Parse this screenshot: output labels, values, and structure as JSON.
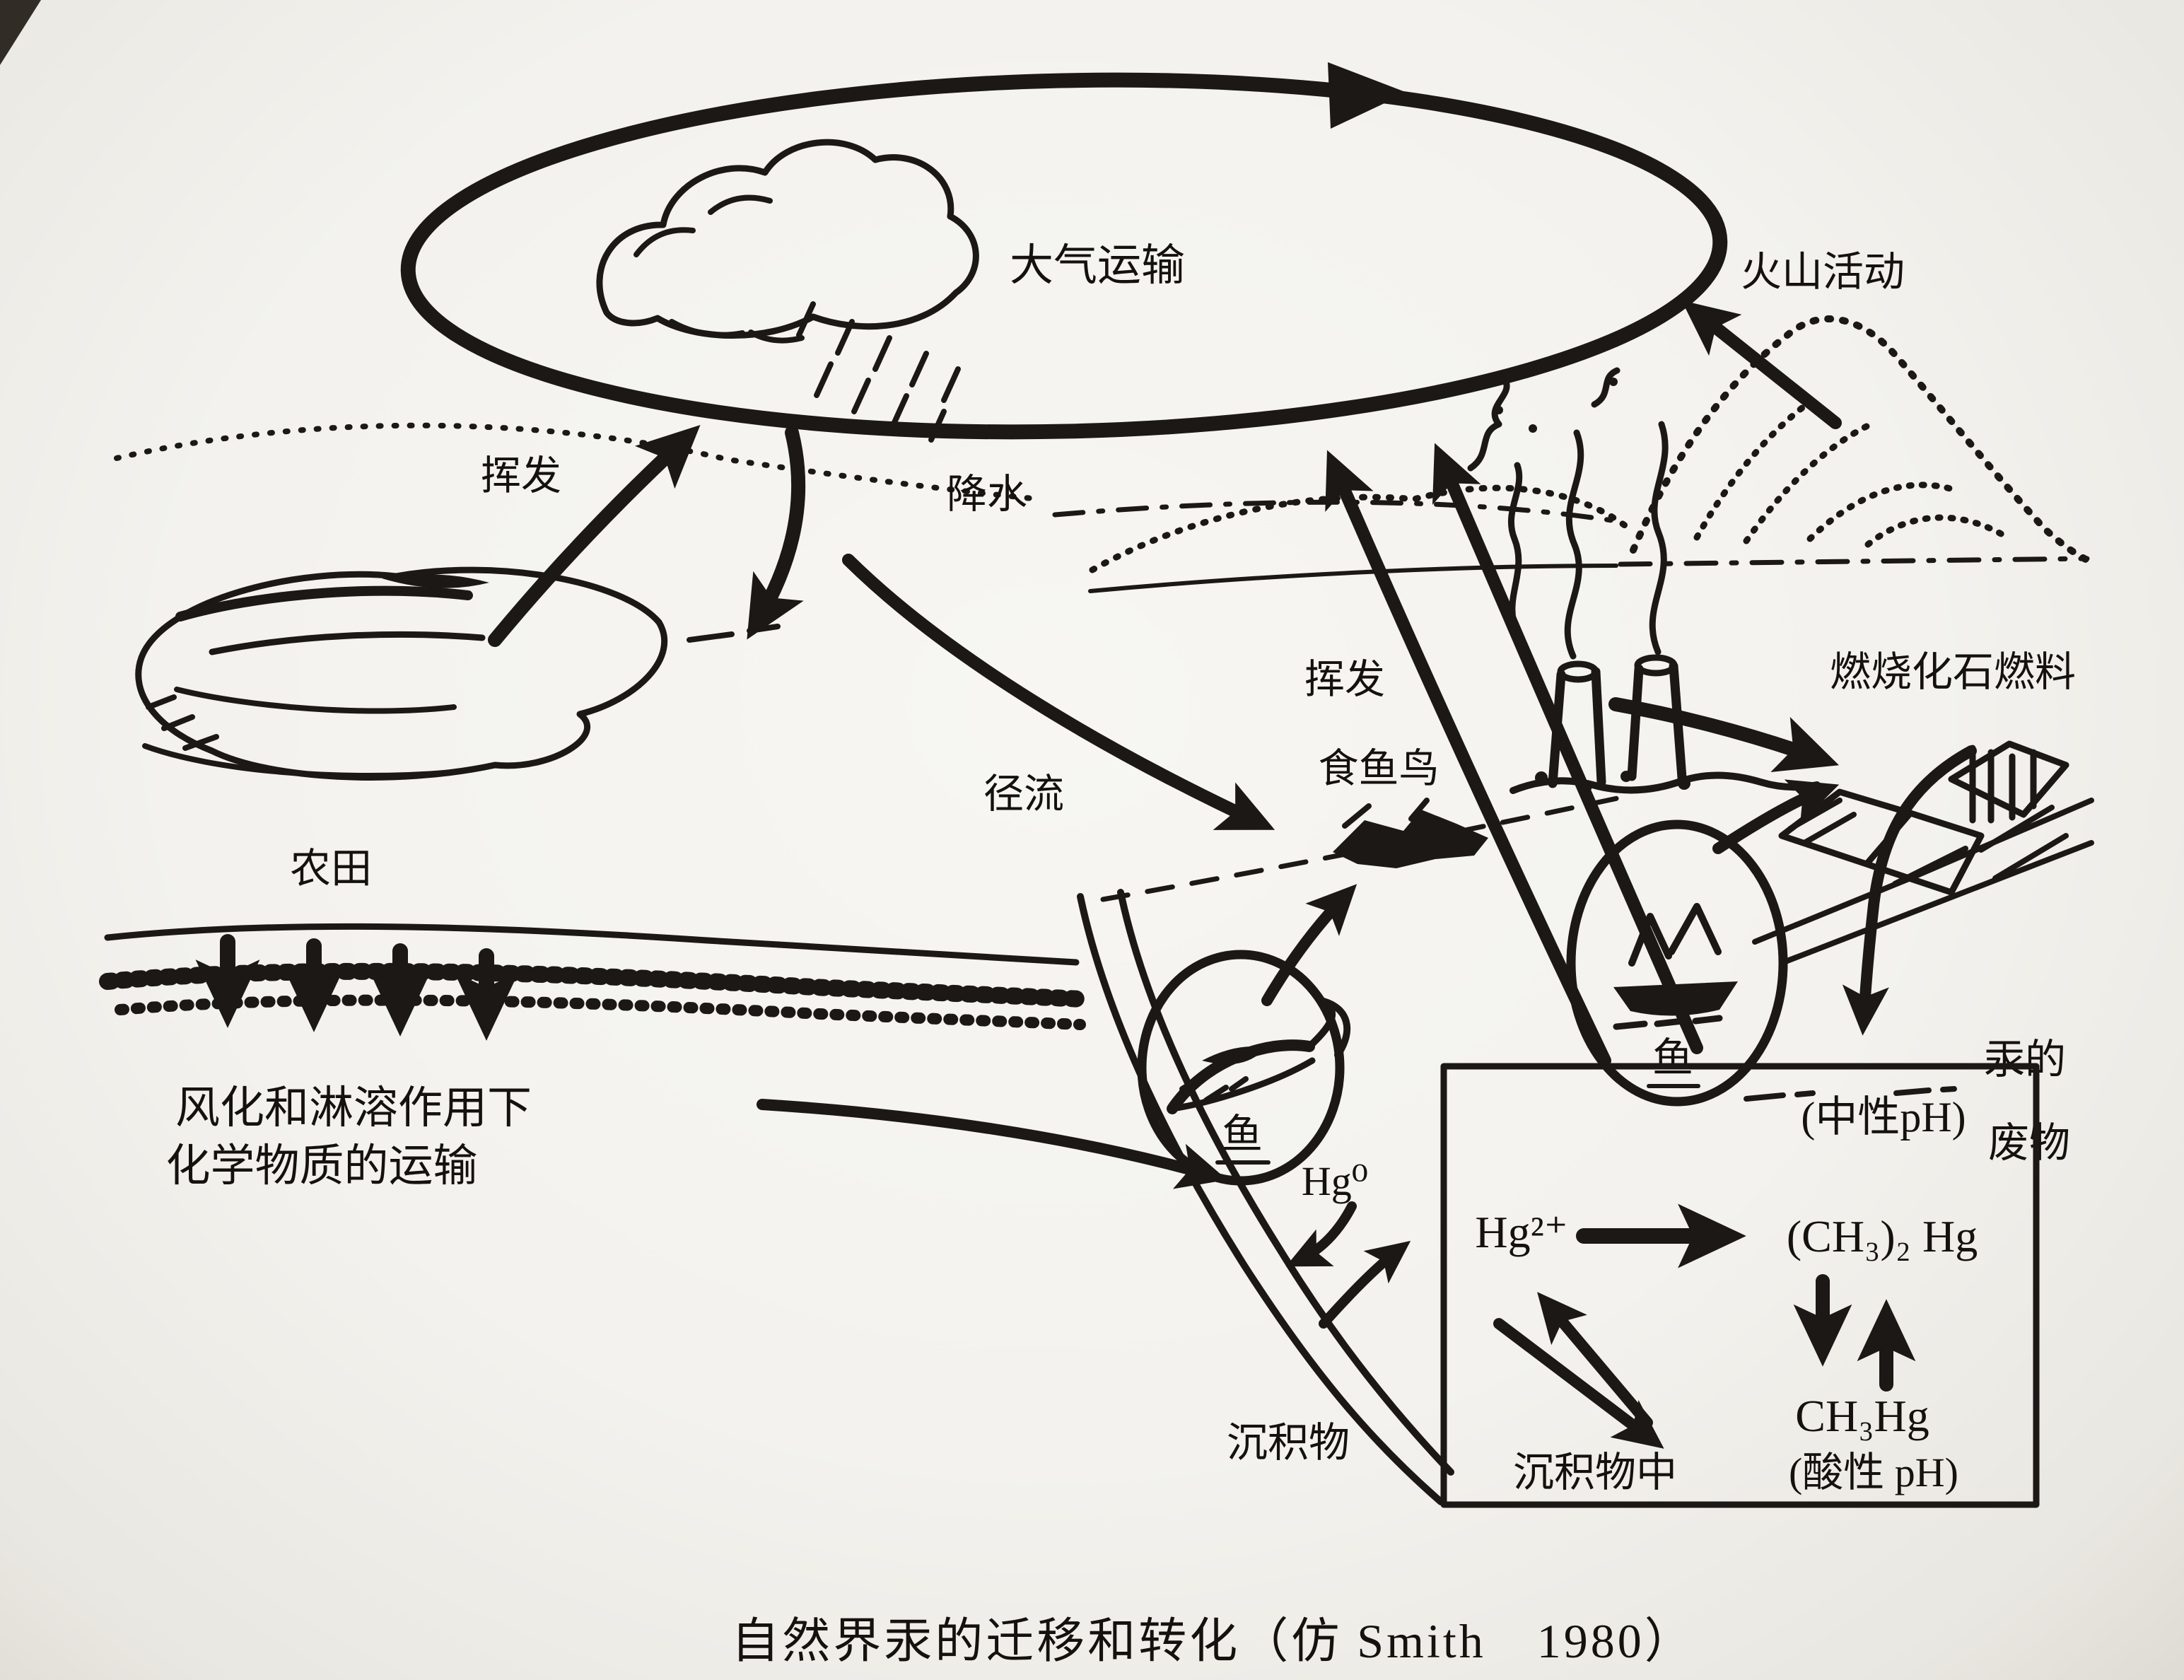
{
  "figure": {
    "caption": "自然界汞的迁移和转化（仿 Smith　1980）",
    "colors": {
      "ink": "#1b1815",
      "paper": "#f5f4f0"
    },
    "labels": {
      "atmo": "大气运输",
      "volcano": "火山活动",
      "evap_left": "挥发",
      "precip": "降水",
      "evap_mid": "挥发",
      "runoff": "径流",
      "fish_bird": "食鱼鸟",
      "fossil": "燃烧化石燃料",
      "farmland": "农田",
      "weathering_line1": "风化和淋溶作用下",
      "weathering_line2": "化学物质的运输",
      "fish1": "鱼",
      "fish2": "鱼",
      "hg0": "Hg⁰",
      "waste_line1": "汞的",
      "waste_line2": "废物",
      "sediment": "沉积物",
      "box": {
        "neutral": "(中性pH)",
        "hg2": "Hg²⁺",
        "dimethyl": "(CH₃)₂ Hg",
        "methyl": "CH₃Hg",
        "acid": "(酸性 pH)",
        "in_sediment": "沉积物中"
      }
    }
  }
}
